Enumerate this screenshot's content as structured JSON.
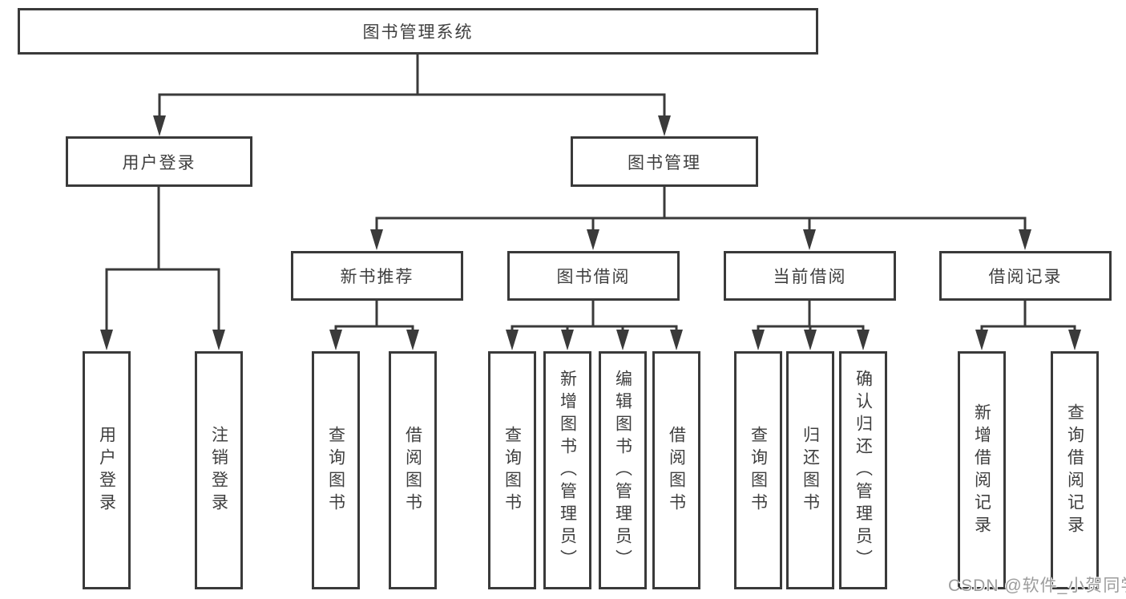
{
  "diagram": {
    "root": {
      "label": "图书管理系统"
    },
    "branches": [
      {
        "label": "用户登录",
        "children": [
          {
            "label": "用户登录"
          },
          {
            "label": "注销登录"
          }
        ]
      },
      {
        "label": "图书管理",
        "groups": [
          {
            "label": "新书推荐",
            "children": [
              {
                "label": "查询图书"
              },
              {
                "label": "借阅图书"
              }
            ]
          },
          {
            "label": "图书借阅",
            "children": [
              {
                "label": "查询图书"
              },
              {
                "label": "新增图书（管理员）"
              },
              {
                "label": "编辑图书（管理员）"
              },
              {
                "label": "借阅图书"
              }
            ]
          },
          {
            "label": "当前借阅",
            "children": [
              {
                "label": "查询图书"
              },
              {
                "label": "归还图书"
              },
              {
                "label": "确认归还（管理员）"
              }
            ]
          },
          {
            "label": "借阅记录",
            "children": [
              {
                "label": "新增借阅记录"
              },
              {
                "label": "查询借阅记录"
              }
            ]
          }
        ]
      }
    ]
  },
  "watermark": {
    "text": "CSDN @软件_小贺同学"
  },
  "colors": {
    "line": "#3a3a3a",
    "text": "#3f3f3f",
    "watermark": "#9c9c9c",
    "background": "#ffffff"
  }
}
